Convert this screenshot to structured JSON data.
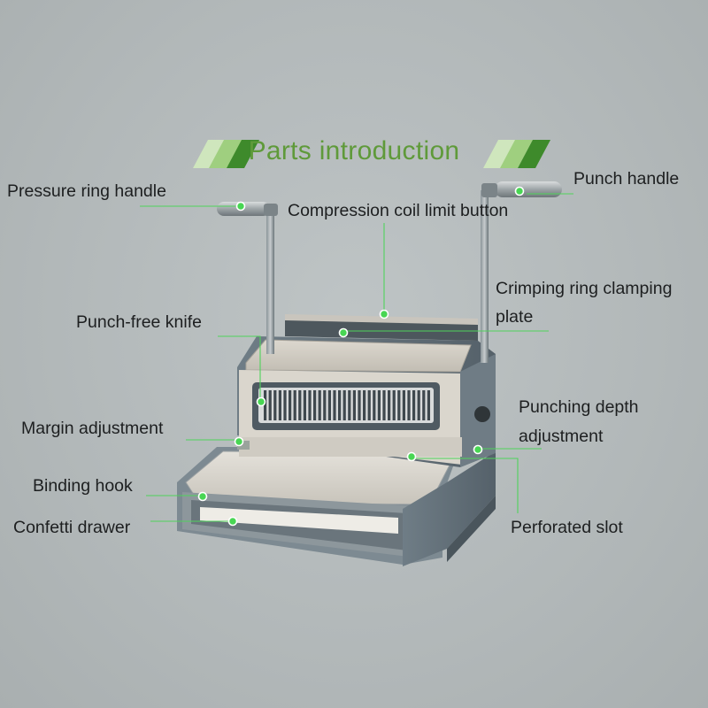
{
  "title": "Parts introduction",
  "labels": {
    "pressure_ring_handle": "Pressure ring handle",
    "compression_coil_limit_button": "Compression coil limit button",
    "punch_handle": "Punch handle",
    "crimping_ring_clamping_plate": "Crimping ring clamping",
    "crimping_ring_clamping_plate_2": "plate",
    "punch_free_knife": "Punch-free knife",
    "margin_adjustment": "Margin adjustment",
    "punching_depth_adjustment": "Punching depth",
    "punching_depth_adjustment_2": "adjustment",
    "binding_hook": "Binding hook",
    "confetti_drawer": "Confetti drawer",
    "perforated_slot": "Perforated slot"
  },
  "colors": {
    "title": "#5f9a3a",
    "accent_stripe_dark": "#3e8a2b",
    "accent_stripe_light": "#9fcf7f",
    "callout": "#4fd35b",
    "background": "#b4babb",
    "machine_body": "#7c8a93",
    "machine_top": "#cfcac0"
  }
}
